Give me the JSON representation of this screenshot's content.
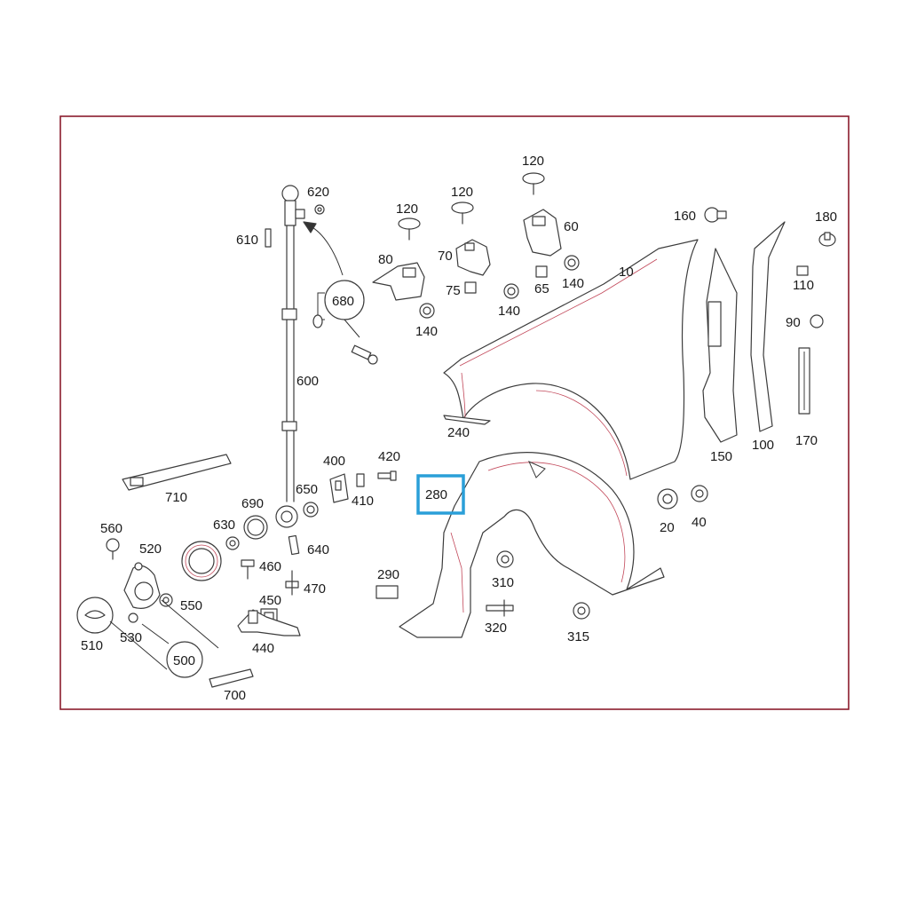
{
  "highlight": {
    "label": "280",
    "color": "#2a9fd8"
  },
  "frame_color": "#8a1c2c",
  "labels": {
    "l620": "620",
    "l610": "610",
    "l680": "680",
    "l600": "600",
    "l710": "710",
    "l690": "690",
    "l630": "630",
    "l650": "650",
    "l640": "640",
    "l400": "400",
    "l410": "410",
    "l420": "420",
    "l460": "460",
    "l470": "470",
    "l450": "450",
    "l440": "440",
    "l560": "560",
    "l520": "520",
    "l550": "550",
    "l510": "510",
    "l530": "530",
    "l500": "500",
    "l700": "700",
    "l120a": "120",
    "l120b": "120",
    "l120c": "120",
    "l80": "80",
    "l70": "70",
    "l75": "75",
    "l65": "65",
    "l60": "60",
    "l140a": "140",
    "l140b": "140",
    "l140c": "140",
    "l10": "10",
    "l240": "240",
    "l160": "160",
    "l180": "180",
    "l110": "110",
    "l90": "90",
    "l100": "100",
    "l150": "150",
    "l170": "170",
    "l20": "20",
    "l40": "40",
    "l290": "290",
    "l310": "310",
    "l320": "320",
    "l315": "315"
  }
}
